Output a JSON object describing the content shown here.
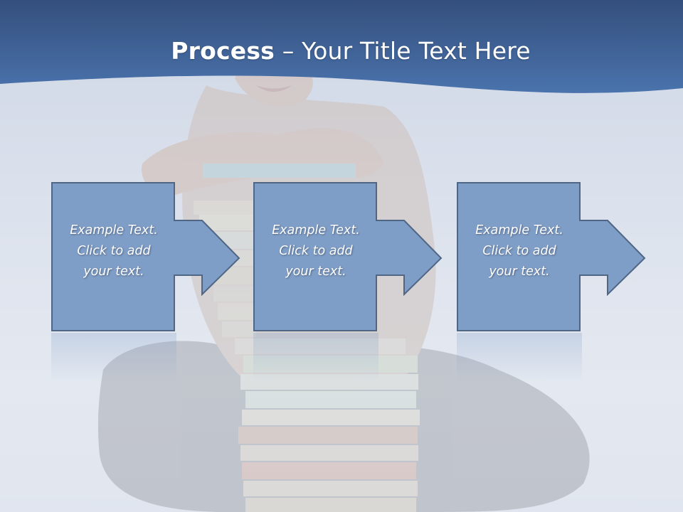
{
  "slide": {
    "title_bold": "Process",
    "title_rest": " – Your Title Text Here"
  },
  "steps": [
    {
      "line1": "Example Text.",
      "line2": "Click  to add",
      "line3": "your text."
    },
    {
      "line1": "Example Text.",
      "line2": "Click  to add",
      "line3": "your text."
    },
    {
      "line1": "Example Text.",
      "line2": "Click  to add",
      "line3": "your text."
    }
  ],
  "colors": {
    "header": "#3f69a4",
    "box_fill": "#7f9ec7",
    "box_stroke": "#4f6685"
  }
}
